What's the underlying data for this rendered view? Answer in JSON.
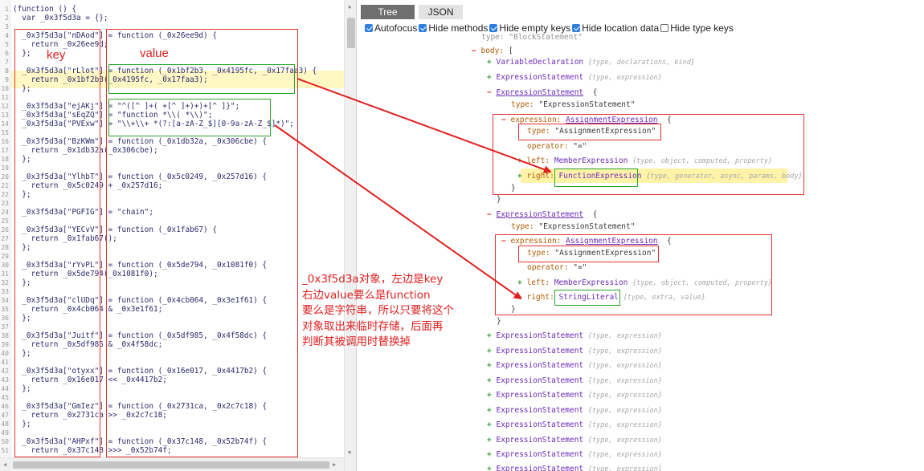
{
  "editor": {
    "line_numbers": [
      "1",
      "2",
      "3",
      "4",
      "5",
      "6",
      "7",
      "8",
      "9",
      "10",
      "11",
      "12",
      "13",
      "14",
      "15",
      "16",
      "17",
      "18",
      "19",
      "20",
      "21",
      "22",
      "23",
      "24",
      "25",
      "26",
      "27",
      "28",
      "29",
      "30",
      "31",
      "32",
      "33",
      "34",
      "35",
      "36",
      "37",
      "38",
      "39",
      "40",
      "41",
      "42",
      "43",
      "44",
      "45",
      "46",
      "47",
      "48",
      "49",
      "50",
      "51"
    ],
    "lines": [
      "(function () {",
      "  var _0x3f5d3a = {};",
      "",
      "  _0x3f5d3a[\"nDAod\"] = function (_0x26ee9d) {",
      "    return _0x26ee9d;",
      "  };",
      "",
      "  _0x3f5d3a[\"rLlot\"] = function (_0x1bf2b3, _0x4195fc, _0x17faa3) {",
      "    return _0x1bf2b3(_0x4195fc, _0x17faa3);",
      "  };",
      "",
      "  _0x3f5d3a[\"ejAKj\"] = \"^([^ ]+( +[^ ]+)+)+[^ ]}\";",
      "  _0x3f5d3a[\"sEqZQ\"] = \"function *\\\\( *\\\\)\";",
      "  _0x3f5d3a[\"PVExw\"] = \"\\\\+\\\\+ *(?:[a-zA-Z_$][0-9a-zA-Z_$]*)\";",
      "",
      "  _0x3f5d3a[\"BzKWm\"] = function (_0x1db32a, _0x306cbe) {",
      "    return _0x1db32a(_0x306cbe);",
      "  };",
      "",
      "  _0x3f5d3a[\"YlhbT\"] = function (_0x5c0249, _0x257d16) {",
      "    return _0x5c0249 + _0x257d16;",
      "  };",
      "",
      "  _0x3f5d3a[\"PGFIG\"] = \"chain\";",
      "",
      "  _0x3f5d3a[\"YECvV\"] = function (_0x1fab67) {",
      "    return _0x1fab67();",
      "  };",
      "",
      "  _0x3f5d3a[\"rYvPL\"] = function (_0x5de794, _0x1081f0) {",
      "    return _0x5de794(_0x1081f0);",
      "  };",
      "",
      "  _0x3f5d3a[\"clUDq\"] = function (_0x4cb064, _0x3e1f61) {",
      "    return _0x4cb064 & _0x3e1f61;",
      "  };",
      "",
      "  _0x3f5d3a[\"Juitf\"] = function (_0x5df985, _0x4f58dc) {",
      "    return _0x5df985 & _0x4f58dc;",
      "  };",
      "",
      "  _0x3f5d3a[\"otyxx\"] = function (_0x16e017, _0x4417b2) {",
      "    return _0x16e017 << _0x4417b2;",
      "  };",
      "",
      "  _0x3f5d3a[\"GmIez\"] = function (_0x2731ca, _0x2c7c18) {",
      "    return _0x2731ca >> _0x2c7c18;",
      "  };",
      "",
      "  _0x3f5d3a[\"AHPxf\"] = function (_0x37c148, _0x52b74f) {",
      "    return _0x37c148 >>> _0x52b74f;"
    ]
  },
  "tabs": {
    "tree": "Tree",
    "json": "JSON"
  },
  "options": [
    {
      "label": "Autofocus",
      "checked": true
    },
    {
      "label": "Hide methods",
      "checked": true
    },
    {
      "label": "Hide empty keys",
      "checked": true
    },
    {
      "label": "Hide location data",
      "checked": true
    },
    {
      "label": "Hide type keys",
      "checked": false
    }
  ],
  "tree": {
    "top_partial": "type: \"BlockStatement\"",
    "body_key": "body:",
    "body_bracket": "[",
    "ast_types": {
      "variable_declaration": "VariableDeclaration",
      "expression_statement": "ExpressionStatement",
      "assignment_expression": "AssignmentExpression",
      "member_expression": "MemberExpression",
      "function_expression": "FunctionExpression",
      "string_literal": "StringLiteral"
    },
    "keys": {
      "type": "type:",
      "operator": "operator:",
      "left": "left:",
      "right": "right:",
      "expression": "expression:"
    },
    "values": {
      "expression_statement_str": "\"ExpressionStatement\"",
      "assignment_expression_str": "\"AssignmentExpression\"",
      "equals_str": "\"=\""
    },
    "brace_open": "{",
    "brace_close": "}",
    "prop_lists": {
      "var_decl": "{type, declarations, kind}",
      "expr_stmt": "{type, expression}",
      "member": "{type, object, computed, property}",
      "func_expr": "{type, generator, async, params, body}",
      "string_lit": "{type, extra, value}"
    }
  },
  "annotations": {
    "key_label": "key",
    "value_label": "value",
    "note_lines": [
      "_0x3f5d3a对象，左边是key",
      "右边value要么是function",
      "要么是字符串，所以只要将这个",
      "对象取出来临时存储，后面再",
      "判断其被调用时替换掉"
    ],
    "colors": {
      "red": "#e02020",
      "green": "#2aa32a",
      "highlight": "#fff8c4"
    }
  }
}
